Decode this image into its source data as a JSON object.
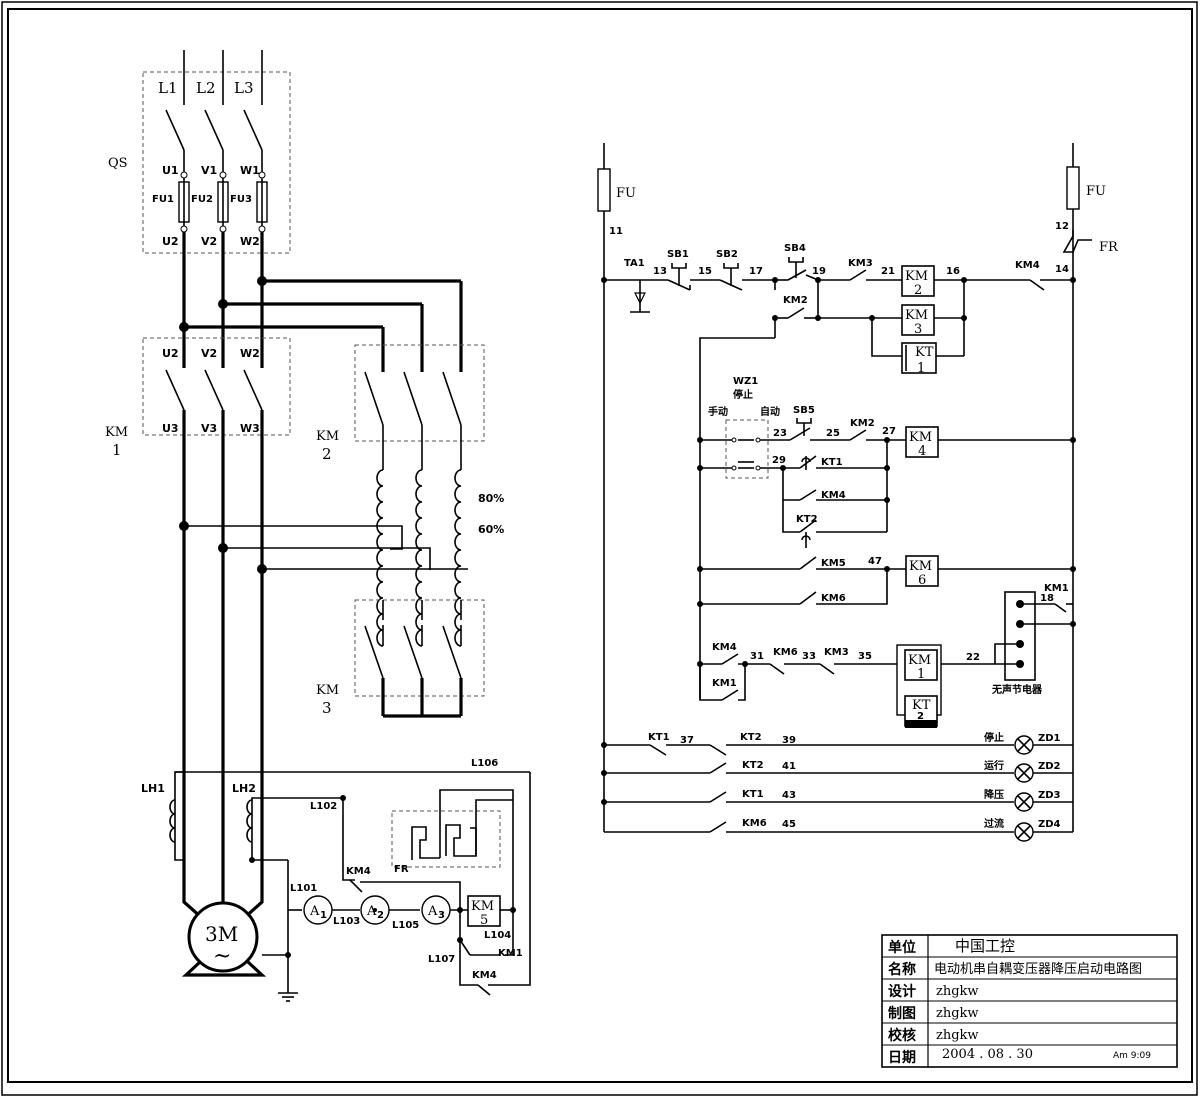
{
  "power": {
    "qs": "QS",
    "phases": [
      "L1",
      "L2",
      "L3"
    ],
    "top_terms": [
      "U1",
      "V1",
      "W1"
    ],
    "fuses": [
      "FU1",
      "FU2",
      "FU3"
    ],
    "bottom_terms": [
      "U2",
      "V2",
      "W2"
    ],
    "km1_top": [
      "U2",
      "V2",
      "W2"
    ],
    "km1_bottom": [
      "U3",
      "V3",
      "W3"
    ],
    "km1_label": "KM",
    "km1_num": "1",
    "km2_label": "KM",
    "km2_num": "2",
    "km3_label": "KM",
    "km3_num": "3",
    "tap80": "80%",
    "tap60": "60%",
    "lh1": "LH1",
    "lh2": "LH2",
    "motor": "3M",
    "motor_sym": "~"
  },
  "meter": {
    "l101": "L101",
    "l102": "L102",
    "l103": "L103",
    "l104": "L104",
    "l105": "L105",
    "l106": "L106",
    "l107": "L107",
    "a1": "A",
    "a1n": "1",
    "a2": "A",
    "a2n": "2",
    "a3": "A",
    "a3n": "3",
    "km5": "KM",
    "km5n": "5",
    "fr": "FR",
    "km4a": "KM4",
    "km4b": "KM4",
    "km1": "KM1"
  },
  "control": {
    "fu_l": "FU",
    "fu_r": "FU",
    "fr": "FR",
    "n11": "11",
    "n12": "12",
    "n13": "13",
    "n14": "14",
    "n15": "15",
    "n16": "16",
    "n17": "17",
    "n18": "18",
    "n19": "19",
    "n21": "21",
    "n22": "22",
    "n23": "23",
    "n25": "25",
    "n27": "27",
    "n29": "29",
    "n31": "31",
    "n33": "33",
    "n35": "35",
    "n37": "37",
    "n39": "39",
    "n41": "41",
    "n43": "43",
    "n45": "45",
    "n47": "47",
    "ta1": "TA1",
    "sb1": "SB1",
    "sb2": "SB2",
    "sb4": "SB4",
    "sb5": "SB5",
    "km3a": "KM3",
    "km2a": "KM2",
    "km4a": "KM4",
    "km2b": "KM2",
    "coil_km": "KM",
    "c2": "2",
    "c3": "3",
    "c4": "4",
    "c6": "6",
    "c1": "1",
    "kt": "KT",
    "kt1n": "1",
    "kt2n": "2",
    "wz1": "WZ1",
    "stop": "停止",
    "manual": "手动",
    "auto": "自动",
    "kt1": "KT1",
    "kt2": "KT2",
    "km4b": "KM4",
    "km5": "KM5",
    "km6": "KM6",
    "km1r": "KM1",
    "relay": "无声节电器",
    "km4c": "KM4",
    "km1c": "KM1",
    "km6b": "KM6",
    "km3b": "KM3",
    "lamps": [
      {
        "contact": "KT1",
        "contact2": "KT2",
        "text": "停止",
        "id": "ZD1"
      },
      {
        "contact": "KT2",
        "text": "运行",
        "id": "ZD2"
      },
      {
        "contact": "KT1",
        "text": "降压",
        "id": "ZD3"
      },
      {
        "contact": "KM6",
        "text": "过流",
        "id": "ZD4"
      }
    ]
  },
  "title_block": {
    "rows": [
      {
        "head": "单位",
        "value": "中国工控"
      },
      {
        "head": "名称",
        "value": "电动机串自耦变压器降压启动电路图"
      },
      {
        "head": "设计",
        "value": "zhgkw"
      },
      {
        "head": "制图",
        "value": "zhgkw"
      },
      {
        "head": "校核",
        "value": "zhgkw"
      },
      {
        "head": "日期",
        "value": "2004 . 08 . 30"
      }
    ],
    "time": "Am 9:09"
  }
}
